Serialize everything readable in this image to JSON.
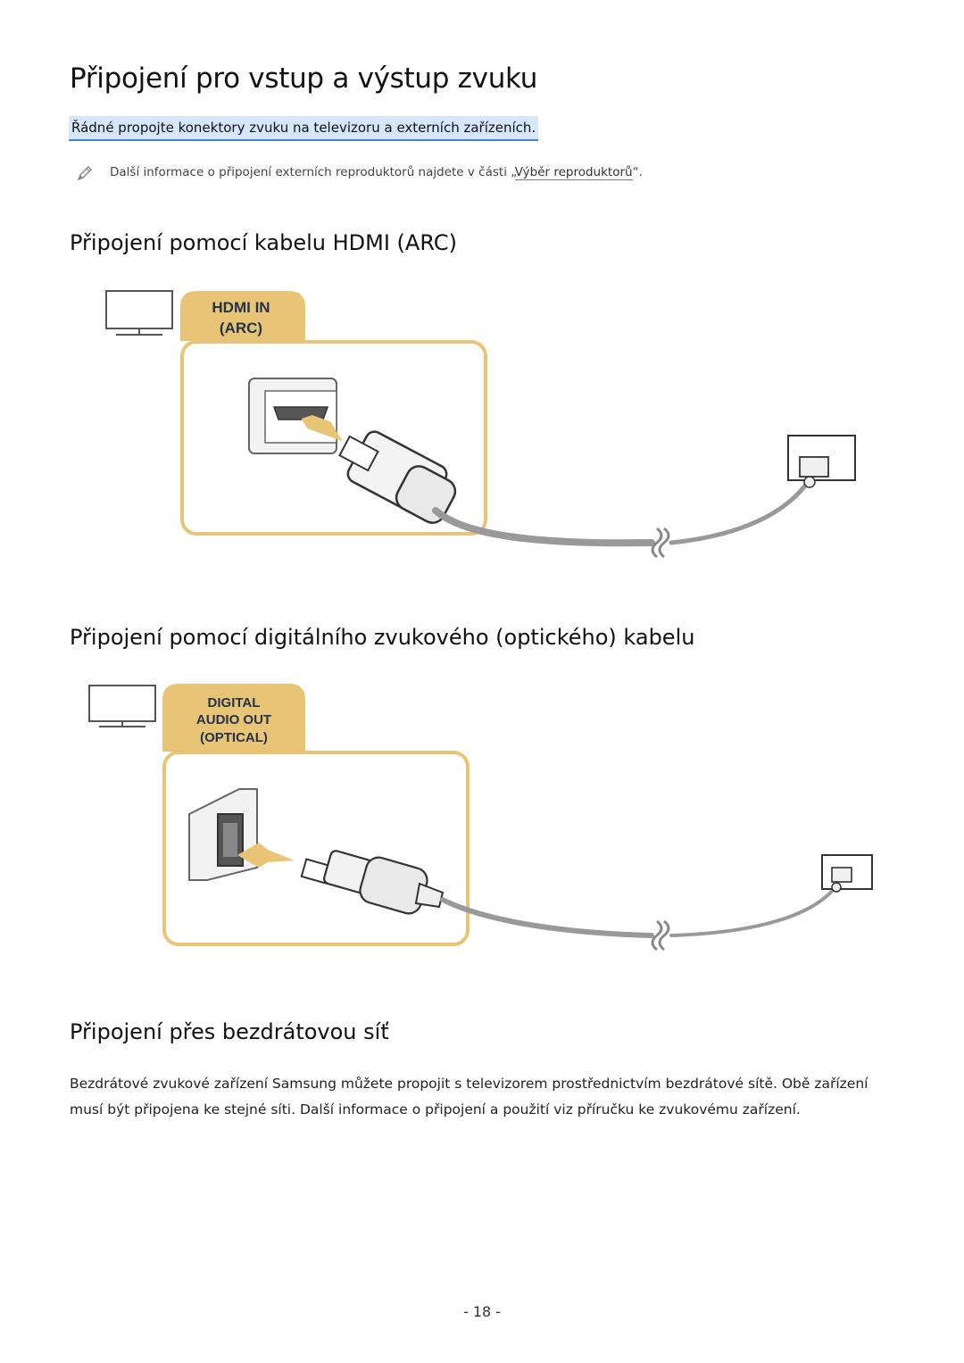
{
  "page": {
    "title": "Připojení pro vstup a výstup zvuku",
    "intro": "Řádné propojte konektory zvuku na televizoru a externích zařízeních.",
    "note": {
      "icon": "pencil-note-icon",
      "prefix": "Další informace o připojení externích reproduktorů najdete v části „",
      "link": "Výběr reproduktorů",
      "suffix": "“."
    },
    "sections": [
      {
        "heading": "Připojení pomocí kabelu HDMI (ARC)",
        "port_label_line1": "HDMI IN",
        "port_label_line2": "(ARC)"
      },
      {
        "heading": "Připojení pomocí digitálního zvukového (optického) kabelu",
        "port_label_line1": "DIGITAL",
        "port_label_line2": "AUDIO OUT",
        "port_label_line3": "(OPTICAL)"
      },
      {
        "heading": "Připojení přes bezdrátovou síť",
        "body": "Bezdrátové zvukové zařízení Samsung můžete propojit s televizorem prostřednictvím bezdrátové sítě. Obě zařízení musí být připojena ke stejné síti. Další informace o připojení a použití viz příručku ke zvukovému zařízení."
      }
    ],
    "page_number": "- 18 -"
  },
  "colors": {
    "accent_gold": "#e8c477",
    "highlight_bg": "#d6e6fb",
    "label_text": "#24324a"
  }
}
